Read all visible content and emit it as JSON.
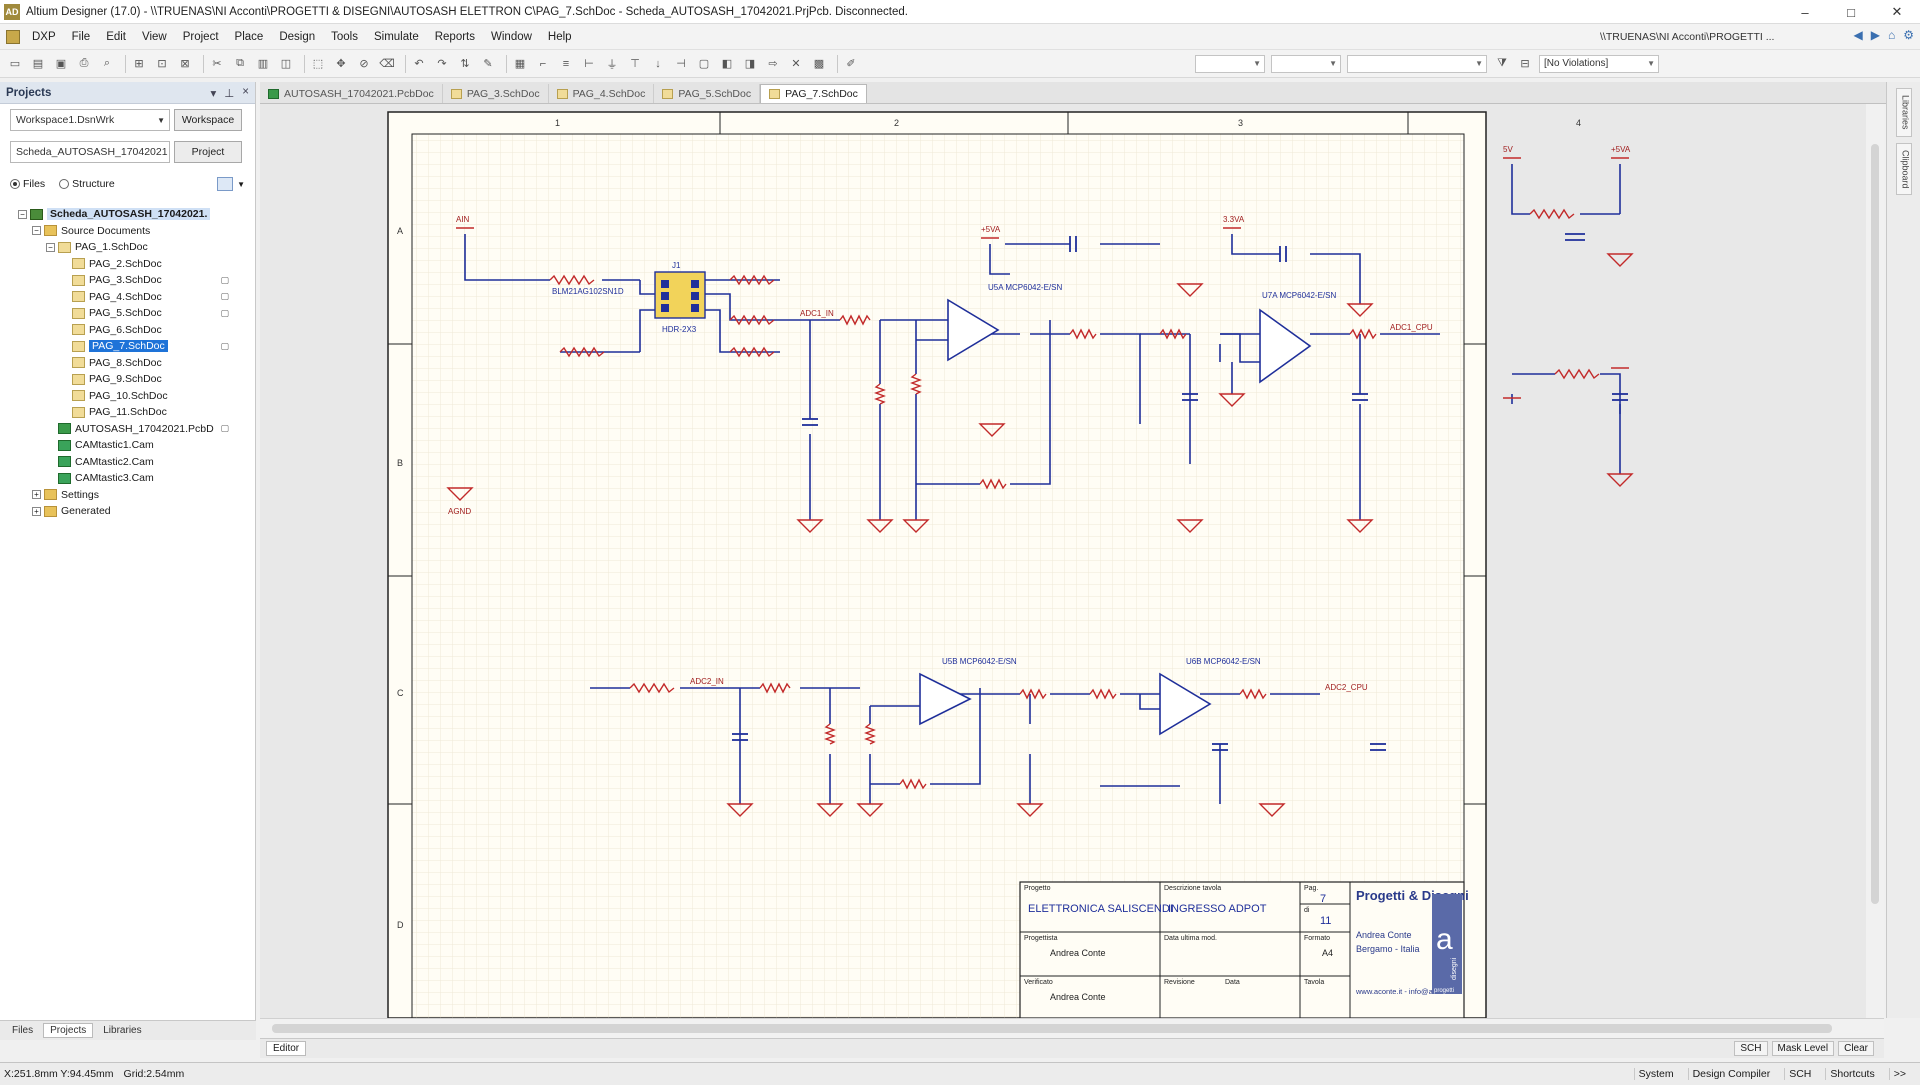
{
  "window": {
    "title": "Altium Designer (17.0) - \\\\TRUENAS\\NI Acconti\\PROGETTI & DISEGNI\\AUTOSASH ELETTRON C\\PAG_7.SchDoc - Scheda_AUTOSASH_17042021.PrjPcb. Disconnected.",
    "app_icon": "AD",
    "min": "–",
    "max": "□",
    "close": "✕"
  },
  "menu": {
    "items": [
      "DXP",
      "File",
      "Edit",
      "View",
      "Project",
      "Place",
      "Design",
      "Tools",
      "Simulate",
      "Reports",
      "Window",
      "Help"
    ],
    "path": "\\\\TRUENAS\\NI Acconti\\PROGETTI ..."
  },
  "toolbar": {
    "combo1": "",
    "combo2": "",
    "combo3": "",
    "no_violations": "[No Violations]"
  },
  "panel": {
    "title": "Projects",
    "workspace_value": "Workspace1.DsnWrk",
    "workspace_btn": "Workspace",
    "project_value": "Scheda_AUTOSASH_17042021",
    "project_btn": "Project",
    "radio_files": "Files",
    "radio_structure": "Structure",
    "tree": [
      {
        "label": "Scheda_AUTOSASH_17042021.",
        "level": 0,
        "icon": "proj",
        "exp": "−",
        "root": true
      },
      {
        "label": "Source Documents",
        "level": 1,
        "icon": "folder",
        "exp": "−"
      },
      {
        "label": "PAG_1.SchDoc",
        "level": 2,
        "icon": "sch",
        "exp": "−"
      },
      {
        "label": "PAG_2.SchDoc",
        "level": 3,
        "icon": "sch"
      },
      {
        "label": "PAG_3.SchDoc",
        "level": 3,
        "icon": "sch",
        "mark": "▢"
      },
      {
        "label": "PAG_4.SchDoc",
        "level": 3,
        "icon": "sch",
        "mark": "▢"
      },
      {
        "label": "PAG_5.SchDoc",
        "level": 3,
        "icon": "sch",
        "mark": "▢"
      },
      {
        "label": "PAG_6.SchDoc",
        "level": 3,
        "icon": "sch"
      },
      {
        "label": "PAG_7.SchDoc",
        "level": 3,
        "icon": "sch",
        "selected": true,
        "mark": "▢"
      },
      {
        "label": "PAG_8.SchDoc",
        "level": 3,
        "icon": "sch"
      },
      {
        "label": "PAG_9.SchDoc",
        "level": 3,
        "icon": "sch"
      },
      {
        "label": "PAG_10.SchDoc",
        "level": 3,
        "icon": "sch"
      },
      {
        "label": "PAG_11.SchDoc",
        "level": 3,
        "icon": "sch"
      },
      {
        "label": "AUTOSASH_17042021.PcbD",
        "level": 2,
        "icon": "pcb",
        "mark": "▢"
      },
      {
        "label": "CAMtastic1.Cam",
        "level": 2,
        "icon": "cam"
      },
      {
        "label": "CAMtastic2.Cam",
        "level": 2,
        "icon": "cam"
      },
      {
        "label": "CAMtastic3.Cam",
        "level": 2,
        "icon": "cam"
      },
      {
        "label": "Settings",
        "level": 1,
        "icon": "folder",
        "exp": "+"
      },
      {
        "label": "Generated",
        "level": 1,
        "icon": "folder",
        "exp": "+"
      }
    ],
    "tabs": [
      "Files",
      "Projects",
      "Libraries"
    ]
  },
  "doc_tabs": [
    {
      "label": "AUTOSASH_17042021.PcbDoc",
      "icon": "pcb"
    },
    {
      "label": "PAG_3.SchDoc",
      "icon": "sch"
    },
    {
      "label": "PAG_4.SchDoc",
      "icon": "sch"
    },
    {
      "label": "PAG_5.SchDoc",
      "icon": "sch"
    },
    {
      "label": "PAG_7.SchDoc",
      "icon": "sch",
      "active": true
    }
  ],
  "schematic": {
    "col_labels": [
      "1",
      "2",
      "3",
      "4"
    ],
    "row_labels": [
      "A",
      "B",
      "C",
      "D"
    ],
    "nets": {
      "ain": "AIN",
      "agnd": "AGND",
      "adc1": "ADC1_IN",
      "adc2": "ADC2_IN",
      "adc1_out": "ADC1_CPU",
      "adc2_out": "ADC2_CPU",
      "p5va": "+5VA",
      "p3va": "3.3VA",
      "p5v": "5V",
      "p5va2": "+5VA"
    },
    "components": {
      "u5a": "U5A\nMCP6042-E/SN",
      "u7a": "U7A\nMCP6042-E/SN",
      "u5b": "U5B\nMCP6042-E/SN",
      "u6b": "U6B\nMCP6042-E/SN",
      "j1": "J1",
      "hdr": "HDR-2X3",
      "bead": "BLM21AG102SN1D"
    },
    "title_block": {
      "progetto_label": "Progetto",
      "progetto": "ELETTRONICA SALISCENDI",
      "descrizione_label": "Descrizione tavola",
      "descrizione": "INGRESSO ADPOT",
      "pag_label": "Pag.",
      "pag": "7",
      "di_label": "di",
      "di": "11",
      "company": "Progetti & Disegni",
      "author": "Andrea Conte",
      "city": "Bergamo - Italia",
      "web": "www.aconte.it - info@aconte.it",
      "progettista_label": "Progettista",
      "progettista": "Andrea Conte",
      "verificato_label": "Verificato",
      "verificato": "Andrea Conte",
      "data_label": "Data ultima mod.",
      "formato_label": "Formato",
      "formato": "A4",
      "revisione_label": "Revisione",
      "data2_label": "Data",
      "tavola_label": "Tavola",
      "logo_text": "a",
      "logo_sub": "progetti",
      "logo_side": "disegni"
    }
  },
  "right_rail": [
    "Libraries",
    "Clipboard"
  ],
  "editor_tab": "Editor",
  "editor_buttons": [
    "SCH",
    "Mask Level",
    "Clear"
  ],
  "status": {
    "coords": "X:251.8mm Y:94.45mm",
    "grid": "Grid:2.54mm",
    "right": [
      "System",
      "Design Compiler",
      "SCH",
      "Shortcuts",
      ">>"
    ]
  }
}
